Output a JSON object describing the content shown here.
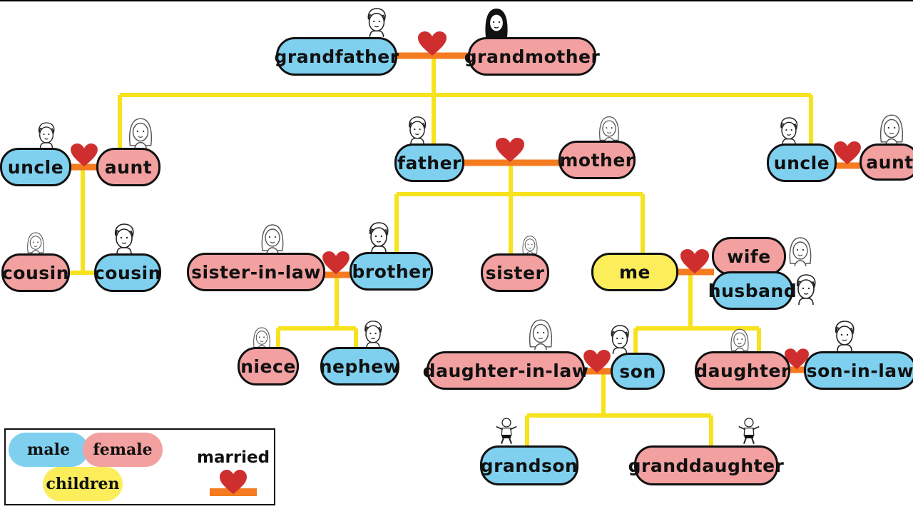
{
  "colors": {
    "male": "#7fd0ef",
    "female": "#f2a0a0",
    "children": "#fbee5a",
    "line": "#f7e21e",
    "marriage": "#f47b20",
    "heart": "#cf2e2e"
  },
  "nodes": {
    "grandfather": "grandfather",
    "grandmother": "grandmother",
    "uncle_left": "uncle",
    "aunt_left": "aunt",
    "father": "father",
    "mother": "mother",
    "uncle_right": "uncle",
    "aunt_right": "aunt",
    "cousin_female": "cousin",
    "cousin_male": "cousin",
    "sister_in_law": "sister-in-law",
    "brother": "brother",
    "sister": "sister",
    "me": "me",
    "wife": "wife",
    "husband": "husband",
    "niece": "niece",
    "nephew": "nephew",
    "daughter_in_law": "daughter-in-law",
    "son": "son",
    "daughter": "daughter",
    "son_in_law": "son-in-law",
    "grandson": "grandson",
    "granddaughter": "granddaughter"
  },
  "legend": {
    "male": "male",
    "female": "female",
    "children": "children",
    "married": "married"
  },
  "icons": [
    "man-face-icon",
    "woman-face-icon",
    "heart-icon",
    "baby-icon"
  ]
}
